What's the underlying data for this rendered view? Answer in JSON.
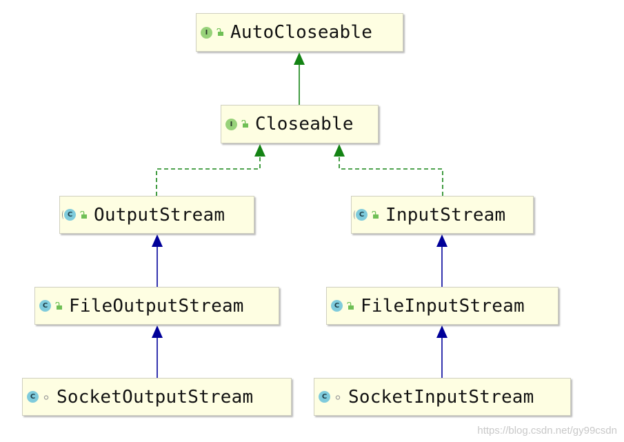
{
  "colors": {
    "node_fill": "#fefee2",
    "interface_extends": "#138313",
    "class_extends": "#000099",
    "implements": "#138313"
  },
  "nodes": [
    {
      "id": "autocloseable",
      "label": "AutoCloseable",
      "kind": "I",
      "kind_type": "interface",
      "access_icon": "unlocked-lock-icon"
    },
    {
      "id": "closeable",
      "label": "Closeable",
      "kind": "I",
      "kind_type": "interface",
      "access_icon": "unlocked-lock-icon"
    },
    {
      "id": "outputstream",
      "label": "OutputStream",
      "kind": "C",
      "kind_type": "abstract-class",
      "access_icon": "unlocked-lock-icon"
    },
    {
      "id": "inputstream",
      "label": "InputStream",
      "kind": "C",
      "kind_type": "abstract-class",
      "access_icon": "unlocked-lock-icon"
    },
    {
      "id": "fileoutputstream",
      "label": "FileOutputStream",
      "kind": "C",
      "kind_type": "class",
      "access_icon": "unlocked-lock-icon"
    },
    {
      "id": "fileinputstream",
      "label": "FileInputStream",
      "kind": "C",
      "kind_type": "class",
      "access_icon": "unlocked-lock-icon"
    },
    {
      "id": "socketoutputstream",
      "label": "SocketOutputStream",
      "kind": "C",
      "kind_type": "class",
      "access_icon": "package-private-dot-icon"
    },
    {
      "id": "socketinputstream",
      "label": "SocketInputStream",
      "kind": "C",
      "kind_type": "class",
      "access_icon": "package-private-dot-icon"
    }
  ],
  "edges": [
    {
      "from": "closeable",
      "to": "autocloseable",
      "type": "extends-interface"
    },
    {
      "from": "outputstream",
      "to": "closeable",
      "type": "implements"
    },
    {
      "from": "inputstream",
      "to": "closeable",
      "type": "implements"
    },
    {
      "from": "fileoutputstream",
      "to": "outputstream",
      "type": "extends-class"
    },
    {
      "from": "fileinputstream",
      "to": "inputstream",
      "type": "extends-class"
    },
    {
      "from": "socketoutputstream",
      "to": "fileoutputstream",
      "type": "extends-class"
    },
    {
      "from": "socketinputstream",
      "to": "fileinputstream",
      "type": "extends-class"
    }
  ],
  "watermark": "https://blog.csdn.net/gy99csdn"
}
